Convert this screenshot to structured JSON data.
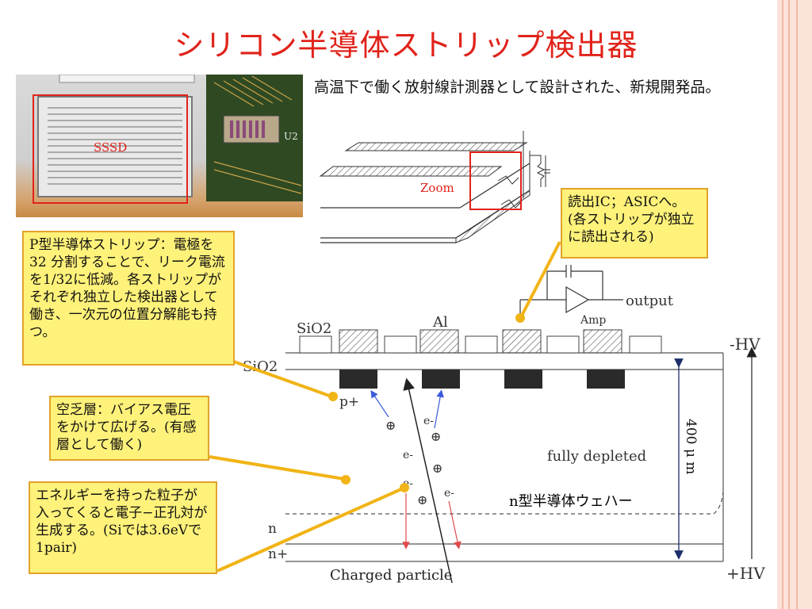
{
  "title": "シリコン半導体ストリップ検出器",
  "intro": "高温下で働く放射線計測器として設計された、新規開発品。",
  "photo": {
    "label": "SSSD",
    "chip_label": "U2"
  },
  "zoom_label": "Zoom",
  "callouts": {
    "readout": "読出IC；ASICへ。(各ストリップが独立に読出される)",
    "strip": "P型半導体ストリップ：電極を32 分割することで、リーク電流を1/32に低減。各ストリップがそれぞれ独立した検出器として働き、一次元の位置分解能も持つ。",
    "depletion": "空乏層：バイアス電圧をかけて広げる。(有感層として働く)",
    "particle": "エネルギーを持った粒子が入ってくると電子−正孔対が生成する。(Siでは3.6eVで1pair)"
  },
  "diagram": {
    "sio2_top": "SiO2",
    "al": "Al",
    "sio2_left": "SiO2",
    "pplus": "p+",
    "n": "n",
    "nplus": "n+",
    "amp": "Amp",
    "output": "output",
    "minus_hv": "-HV",
    "plus_hv": "+HV",
    "fully_depleted": "fully depleted",
    "thickness": "400 μ m",
    "charged_particle": "Charged particle",
    "electron": "e-",
    "hole": "⊕"
  },
  "wafer_label": "n型半導体ウェハー",
  "colors": {
    "title": "#e0231a",
    "callout_fill": "#fff27a",
    "callout_border": "#e2a32a",
    "leader": "#f1b416",
    "zoom_box": "#e0231a"
  }
}
